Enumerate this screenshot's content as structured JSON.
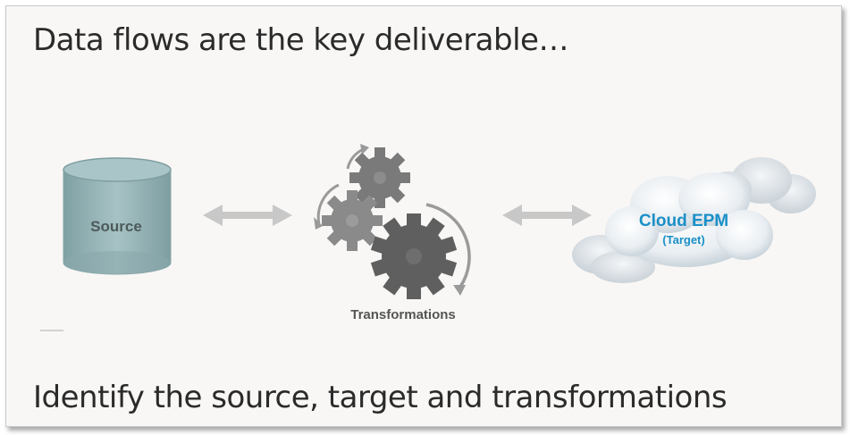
{
  "slide": {
    "title": "Data flows are the key deliverable…",
    "subtitle": "Identify the source, target and transformations"
  },
  "nodes": {
    "source": {
      "label": "Source",
      "icon": "database-cylinder-icon",
      "color": "#8fb0b3"
    },
    "transformations": {
      "label": "Transformations",
      "icon": "gears-icon",
      "color": "#6b6b6b"
    },
    "target": {
      "label": "Cloud EPM",
      "sublabel": "(Target)",
      "icon": "cloud-icon",
      "color": "#1a8fc7"
    }
  },
  "connectors": [
    {
      "from": "source",
      "to": "transformations",
      "direction": "both",
      "icon": "double-arrow-icon"
    },
    {
      "from": "transformations",
      "to": "target",
      "direction": "both",
      "icon": "double-arrow-icon"
    }
  ]
}
